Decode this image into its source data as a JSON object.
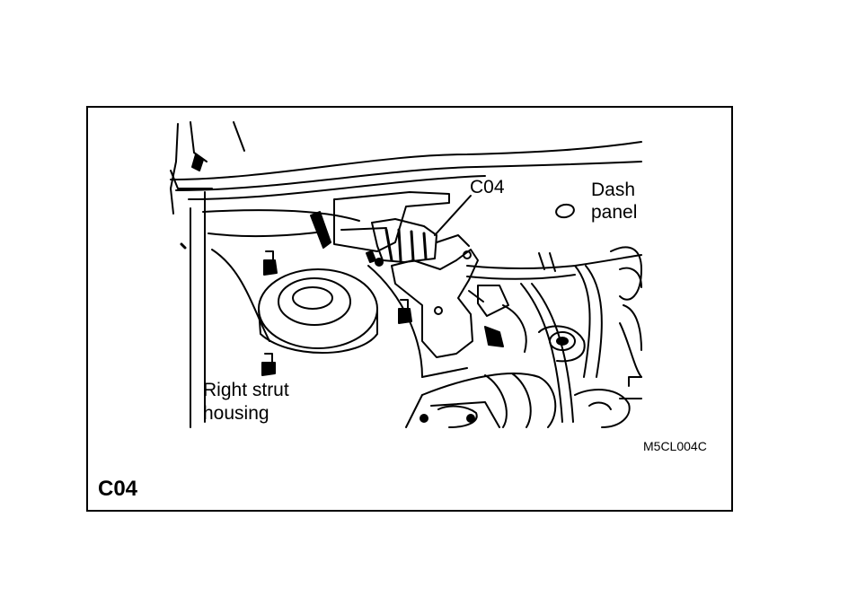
{
  "figure": {
    "title": "C04",
    "code": "M5CL004C"
  },
  "callouts": {
    "connector": "C04",
    "dash_line1": "Dash",
    "dash_line2": "panel",
    "strut_line1": "Right strut",
    "strut_line2": "housing"
  }
}
